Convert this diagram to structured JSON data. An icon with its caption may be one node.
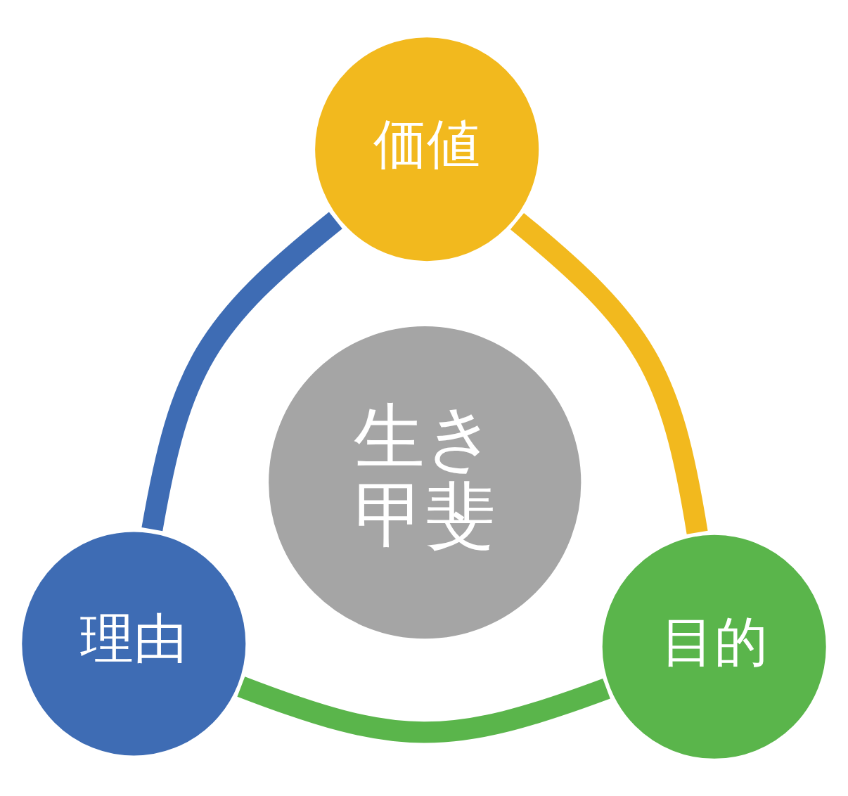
{
  "diagram": {
    "nodes": [
      {
        "text": [
          "価値"
        ]
      },
      {
        "text": [
          "生き甲斐"
        ]
      },
      {
        "text": [
          "理由"
        ]
      },
      {
        "text": [
          "目的"
        ]
      }
    ],
    "edges": [
      {
        "from": 0,
        "to": 3,
        "arrow": "none",
        "color": "#f2b91e"
      },
      {
        "from": 3,
        "to": 2,
        "arrow": "none",
        "color": "#5ab54b"
      },
      {
        "from": 2,
        "to": 0,
        "arrow": "none",
        "color": "#3e6cb4"
      }
    ]
  }
}
